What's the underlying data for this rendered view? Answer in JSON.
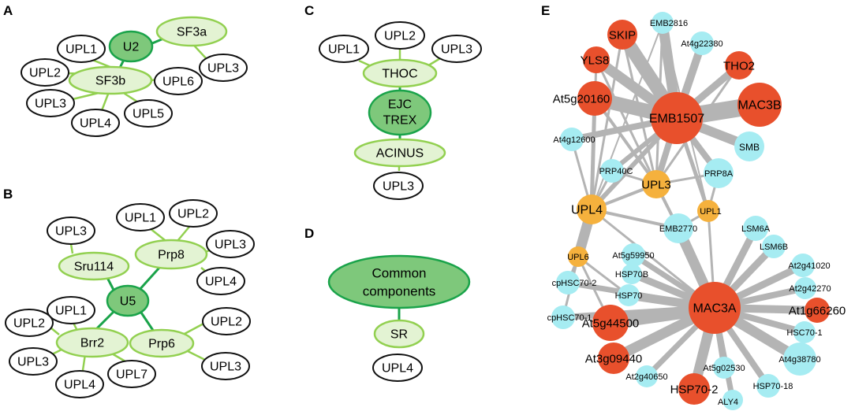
{
  "colors": {
    "partner_fill": "#ffffff",
    "partner_stroke": "#111111",
    "mid_fill": "#e3f3d3",
    "mid_stroke": "#92d050",
    "core_fill": "#7ec87b",
    "core_stroke": "#1aa34a",
    "green_edge_light": "#92d050",
    "green_edge_dark": "#1aa34a",
    "net_edge": "#b4b4b4",
    "net_red": "#e8502c",
    "net_orange": "#f5b13d",
    "net_cyan": "#a6ecf2"
  },
  "panel_labels": {
    "A": "A",
    "B": "B",
    "C": "C",
    "D": "D",
    "E": "E"
  },
  "panelA": {
    "nodes": {
      "u2": "U2",
      "sf3a": "SF3a",
      "sf3b": "SF3b",
      "upl3_sf3a": "UPL3",
      "upl1": "UPL1",
      "upl2": "UPL2",
      "upl3": "UPL3",
      "upl4": "UPL4",
      "upl5": "UPL5",
      "upl6": "UPL6"
    }
  },
  "panelB": {
    "nodes": {
      "u5": "U5",
      "sru114": "Sru114",
      "prp8": "Prp8",
      "brr2": "Brr2",
      "prp6": "Prp6",
      "upl3_sru": "UPL3",
      "upl1_prp8": "UPL1",
      "upl2_prp8": "UPL2",
      "upl3_prp8": "UPL3",
      "upl4_prp8": "UPL4",
      "upl1_brr2": "UPL1",
      "upl2_brr2": "UPL2",
      "upl3_brr2": "UPL3",
      "upl4_brr2": "UPL4",
      "upl7_brr2": "UPL7",
      "upl2_prp6": "UPL2",
      "upl3_prp6": "UPL3"
    }
  },
  "panelC": {
    "nodes": {
      "upl1": "UPL1",
      "upl2": "UPL2",
      "upl3_top": "UPL3",
      "thoc": "THOC",
      "ejc_line1": "EJC",
      "ejc_line2": "TREX",
      "acinus": "ACINUS",
      "upl3_bottom": "UPL3"
    }
  },
  "panelD": {
    "nodes": {
      "common_line1": "Common",
      "common_line2": "components",
      "sr": "SR",
      "upl4": "UPL4"
    }
  },
  "panelE": {
    "nodes": [
      {
        "id": "skip",
        "label": "SKIP",
        "class": "red"
      },
      {
        "id": "emb2816",
        "label": "EMB2816",
        "class": "cyan"
      },
      {
        "id": "at4g22380",
        "label": "At4g22380",
        "class": "cyan"
      },
      {
        "id": "yls8",
        "label": "YLS8",
        "class": "red"
      },
      {
        "id": "tho2",
        "label": "THO2",
        "class": "red"
      },
      {
        "id": "at5g20160",
        "label": "At5g20160",
        "class": "red"
      },
      {
        "id": "emb1507",
        "label": "EMB1507",
        "class": "red"
      },
      {
        "id": "mac3b",
        "label": "MAC3B",
        "class": "red"
      },
      {
        "id": "at4g12600",
        "label": "At4g12600",
        "class": "cyan"
      },
      {
        "id": "smb",
        "label": "SMB",
        "class": "cyan"
      },
      {
        "id": "prp40c",
        "label": "PRP40C",
        "class": "cyan"
      },
      {
        "id": "prp8a",
        "label": "PRP8A",
        "class": "cyan"
      },
      {
        "id": "upl3",
        "label": "UPL3",
        "class": "orange"
      },
      {
        "id": "upl4",
        "label": "UPL4",
        "class": "orange"
      },
      {
        "id": "upl1",
        "label": "UPL1",
        "class": "orange"
      },
      {
        "id": "emb2770",
        "label": "EMB2770",
        "class": "cyan"
      },
      {
        "id": "lsm6a",
        "label": "LSM6A",
        "class": "cyan"
      },
      {
        "id": "lsm6b",
        "label": "LSM6B",
        "class": "cyan"
      },
      {
        "id": "upl6",
        "label": "UPL6",
        "class": "orange"
      },
      {
        "id": "at5g59950",
        "label": "At5g59950",
        "class": "cyan"
      },
      {
        "id": "at2g41020",
        "label": "At2g41020",
        "class": "cyan"
      },
      {
        "id": "cphsc70_2",
        "label": "cpHSC70-2",
        "class": "cyan"
      },
      {
        "id": "hsp70b",
        "label": "HSP70B",
        "class": "cyan"
      },
      {
        "id": "at2g42270",
        "label": "At2g42270",
        "class": "cyan"
      },
      {
        "id": "hsp70",
        "label": "HSP70",
        "class": "cyan"
      },
      {
        "id": "mac3a",
        "label": "MAC3A",
        "class": "red"
      },
      {
        "id": "at1g66260",
        "label": "At1g66260",
        "class": "red"
      },
      {
        "id": "cphsc70_1",
        "label": "cpHSC70-1",
        "class": "cyan"
      },
      {
        "id": "at5g44500",
        "label": "At5g44500",
        "class": "red"
      },
      {
        "id": "hsc70_1",
        "label": "HSC70-1",
        "class": "cyan"
      },
      {
        "id": "at3g09440",
        "label": "At3g09440",
        "class": "red"
      },
      {
        "id": "at4g38780",
        "label": "At4g38780",
        "class": "cyan"
      },
      {
        "id": "at5g02530",
        "label": "At5g02530",
        "class": "cyan"
      },
      {
        "id": "at2g40650",
        "label": "At2g40650",
        "class": "cyan"
      },
      {
        "id": "hsp70_18",
        "label": "HSP70-18",
        "class": "cyan"
      },
      {
        "id": "hsp70_2",
        "label": "HSP70-2",
        "class": "red"
      },
      {
        "id": "aly4",
        "label": "ALY4",
        "class": "cyan"
      }
    ]
  }
}
